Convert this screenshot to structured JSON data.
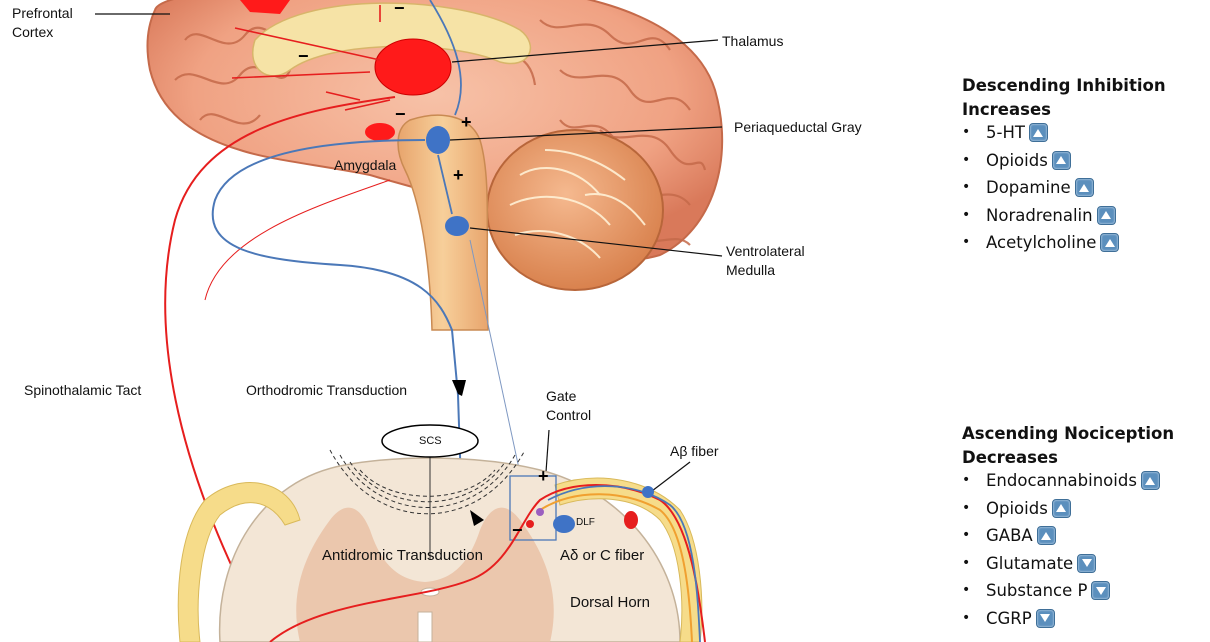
{
  "labels": {
    "prefrontal": "Prefrontal\nCortex",
    "thalamus": "Thalamus",
    "pag": "Periaqueductal Gray",
    "amygdala": "Amygdala",
    "vlm": "Ventrolateral\nMedulla",
    "spinothalamic": "Spinothalamic Tact",
    "orthodromic": "Orthodromic Transduction",
    "gate": "Gate\nControl",
    "abeta": "Aβ fiber",
    "scs": "SCS",
    "dlf": "DLF",
    "antidromic": "Antidromic Transduction",
    "adelta": "Aδ or C fiber",
    "dorsal_horn": "Dorsal Horn"
  },
  "descending": {
    "title": "Descending Inhibition",
    "subtitle": "Increases",
    "items": [
      {
        "text": "5-HT",
        "arrow": "up"
      },
      {
        "text": "Opioids",
        "arrow": "up"
      },
      {
        "text": "Dopamine",
        "arrow": "up"
      },
      {
        "text": "Noradrenalin",
        "arrow": "up"
      },
      {
        "text": "Acetylcholine",
        "arrow": "up"
      }
    ]
  },
  "ascending": {
    "title": "Ascending Nociception",
    "subtitle": "Decreases",
    "items": [
      {
        "text": "Endocannabinoids",
        "arrow": "up"
      },
      {
        "text": "Opioids",
        "arrow": "up"
      },
      {
        "text": "GABA",
        "arrow": "up"
      },
      {
        "text": "Glutamate",
        "arrow": "down"
      },
      {
        "text": "Substance P",
        "arrow": "down"
      },
      {
        "text": "CGRP",
        "arrow": "down"
      }
    ]
  },
  "signs": {
    "minus": "−",
    "plus": "+"
  },
  "colors": {
    "brain": "#f1a787",
    "brain_dark": "#d9795a",
    "thalamus": "#ff0000",
    "blue_node": "#3f73c6",
    "spinal_gray": "#efd7c6",
    "nerve": "#f6dc8a",
    "red_path": "#e61e1e",
    "blue_path": "#4b78b8"
  }
}
